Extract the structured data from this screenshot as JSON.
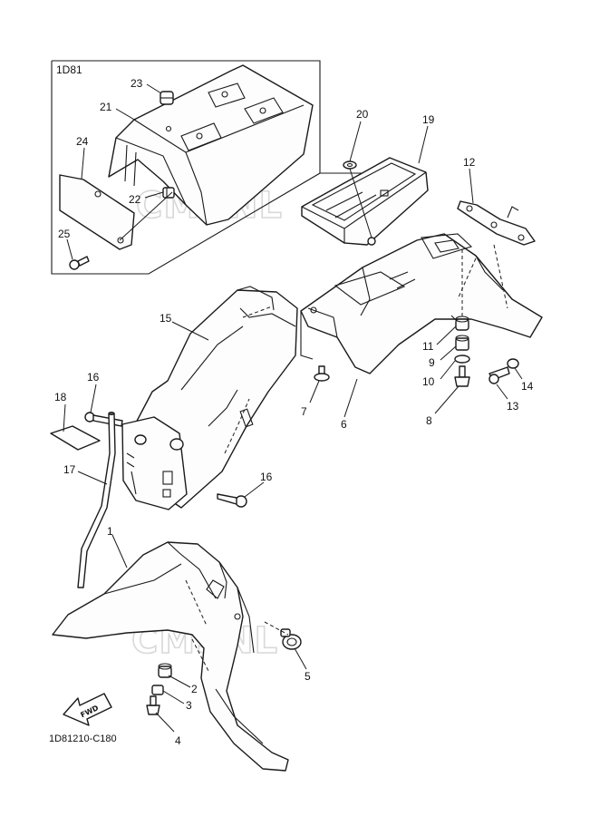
{
  "diagram": {
    "inset_label": "1D81",
    "drawing_code": "1D81210-C180",
    "fwd_label": "FWD",
    "watermark": "CMSNL",
    "callouts": {
      "c1": "1",
      "c2": "2",
      "c3": "3",
      "c4": "4",
      "c5": "5",
      "c6": "6",
      "c7": "7",
      "c8": "8",
      "c9": "9",
      "c10": "10",
      "c11": "11",
      "c12": "12",
      "c13": "13",
      "c14": "14",
      "c15": "15",
      "c16a": "16",
      "c16b": "16",
      "c17": "17",
      "c18": "18",
      "c19": "19",
      "c20": "20",
      "c21": "21",
      "c22": "22",
      "c23": "23",
      "c24": "24",
      "c25": "25"
    }
  }
}
